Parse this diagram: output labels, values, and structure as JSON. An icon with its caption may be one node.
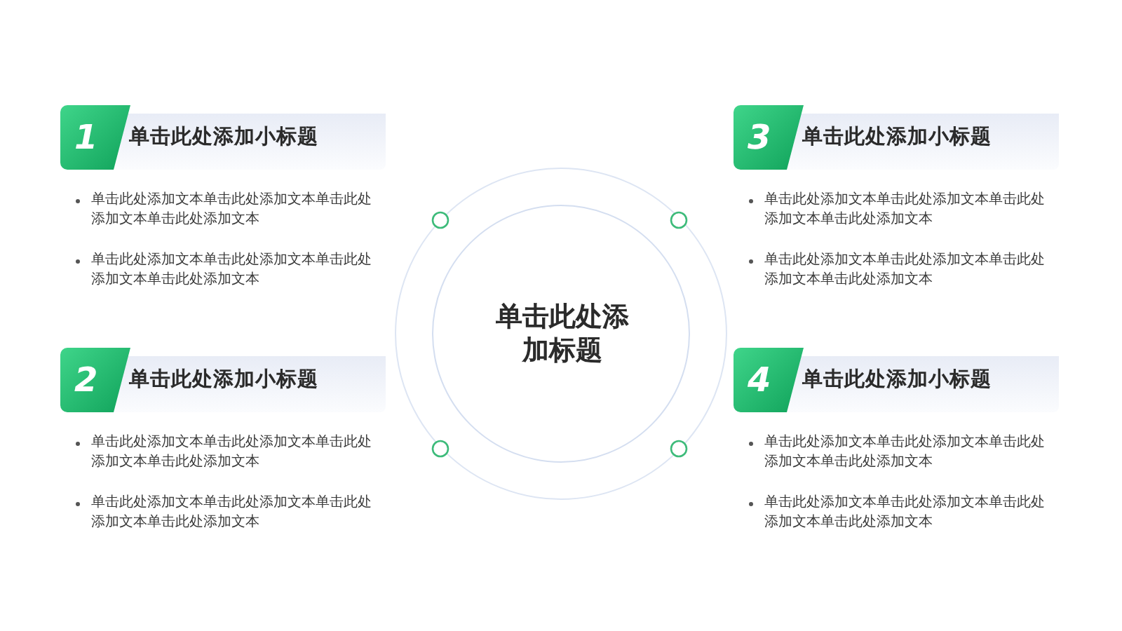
{
  "diagram": {
    "nodes": [
      {
        "text": [
          "单击此处添加标题"
        ]
      },
      {
        "text": [
          "1",
          "单击此处添加小标题"
        ],
        "beside": [
          "单击此处添加文本单击此处添加文本单击此处添加文本单击此处添加文本",
          "单击此处添加文本单击此处添加文本单击此处添加文本单击此处添加文本"
        ]
      },
      {
        "text": [
          "2",
          "单击此处添加小标题"
        ],
        "beside": [
          "单击此处添加文本单击此处添加文本单击此处添加文本单击此处添加文本",
          "单击此处添加文本单击此处添加文本单击此处添加文本单击此处添加文本"
        ]
      },
      {
        "text": [
          "3",
          "单击此处添加小标题"
        ],
        "beside": [
          "单击此处添加文本单击此处添加文本单击此处添加文本单击此处添加文本",
          "单击此处添加文本单击此处添加文本单击此处添加文本单击此处添加文本"
        ]
      },
      {
        "text": [
          "4",
          "单击此处添加小标题"
        ],
        "beside": [
          "单击此处添加文本单击此处添加文本单击此处添加文本单击此处添加文本",
          "单击此处添加文本单击此处添加文本单击此处添加文本单击此处添加文本"
        ]
      }
    ]
  }
}
